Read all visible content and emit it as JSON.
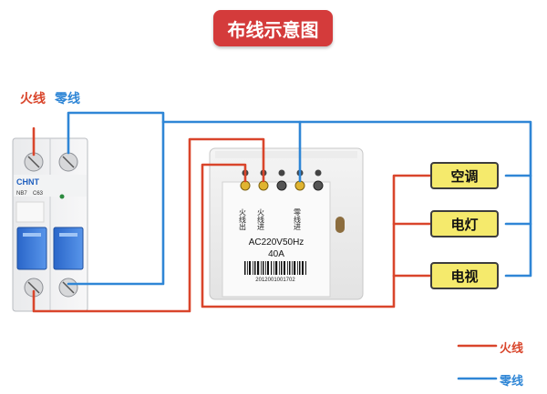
{
  "title": "布线示意图",
  "labels": {
    "live": "火线",
    "neutral": "零线"
  },
  "breaker": {
    "brand": "CHNT",
    "model": "NB7",
    "curve": "C63"
  },
  "meter": {
    "terminal_labels": [
      "火线出",
      "火线进",
      "零线进"
    ],
    "rating_voltage": "AC220V50Hz",
    "rating_current": "40A",
    "serial": "2012001001702"
  },
  "appliances": [
    "空调",
    "电灯",
    "电视"
  ],
  "legend": [
    {
      "label": "火线",
      "color": "#d9452b"
    },
    {
      "label": "零线",
      "color": "#2f86d6"
    }
  ],
  "colors": {
    "live": "#d9452b",
    "neutral": "#2f86d6",
    "title_bg": "#d43b3b",
    "appliance_bg": "#f5ea6c"
  }
}
